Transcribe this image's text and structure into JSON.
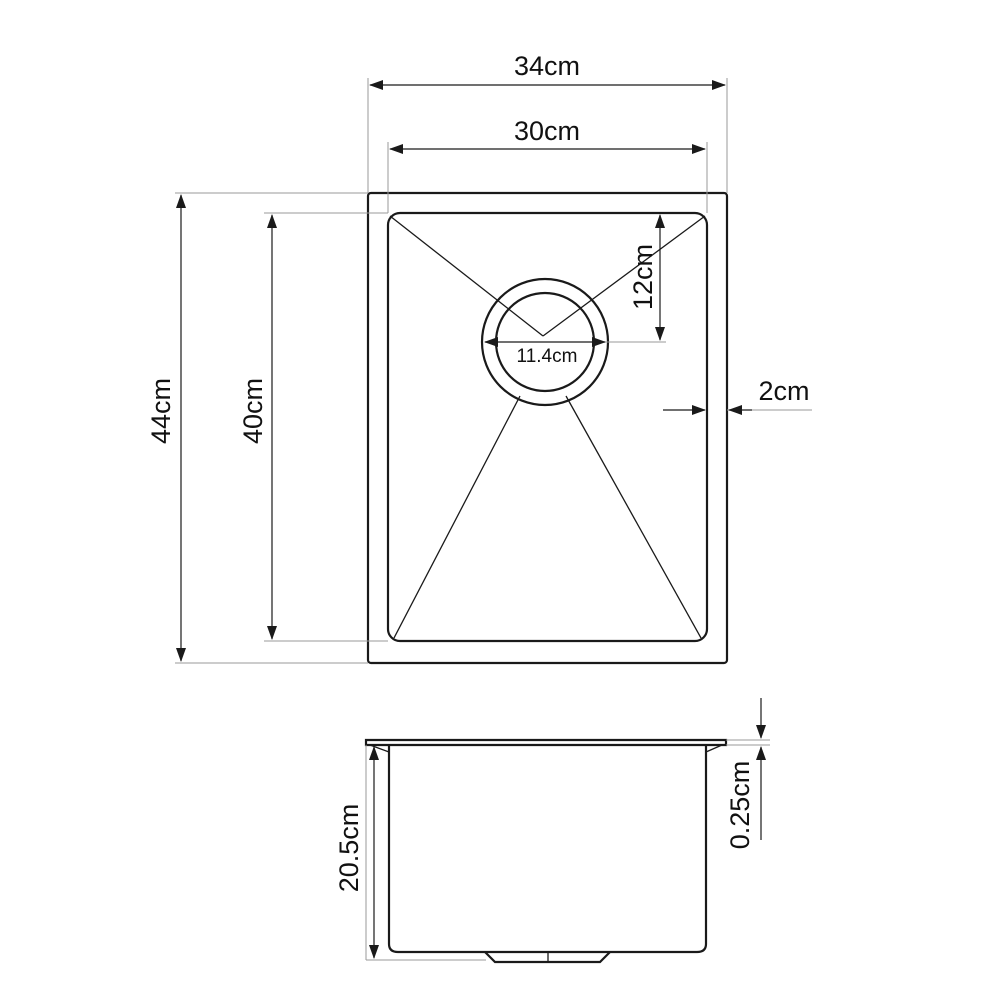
{
  "top_view": {
    "outer_width": "34cm",
    "inner_width": "30cm",
    "outer_length": "44cm",
    "inner_length": "40cm",
    "drain_offset": "12cm",
    "drain_diameter": "11.4cm",
    "rim_width": "2cm"
  },
  "side_view": {
    "depth": "20.5cm",
    "lip_thickness": "0.25cm"
  }
}
